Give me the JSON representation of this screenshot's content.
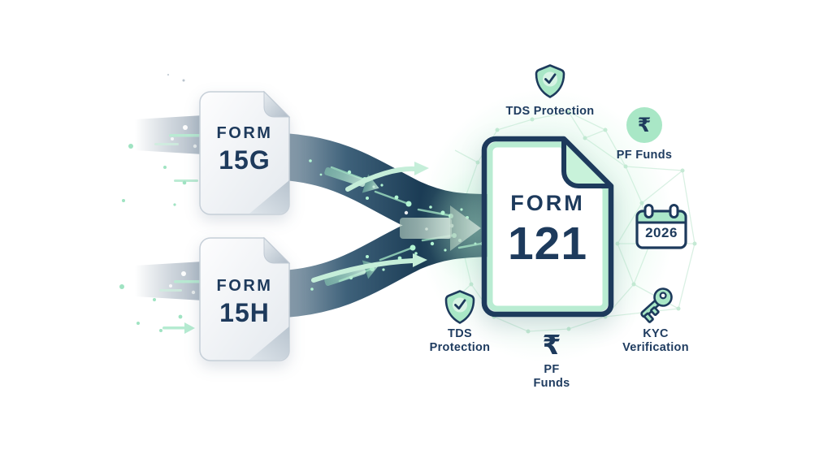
{
  "title": "Form 15G and Form 15H merging into Form 121 infographic",
  "colors": {
    "background": "#ffffff",
    "navy_text": "#1d3a5c",
    "mint": "#a9e7c6",
    "mint_light": "#c8f2da",
    "stream_dark": "#0f2e47",
    "paper_gray": "#e7ebef",
    "mesh_line": "#d8f0e2"
  },
  "icons": {
    "tds_top": "shield-check-icon",
    "pf_right": "rupee-circle-icon",
    "calendar": "calendar-icon",
    "kyc": "key-icon",
    "tds_bottom": "shield-check-icon",
    "pf_bottom": "rupee-icon"
  },
  "left_documents": [
    {
      "line1": "FORM",
      "line2": "15G"
    },
    {
      "line1": "FORM",
      "line2": "15H"
    }
  ],
  "merged_document": {
    "line1": "FORM",
    "line2": "121"
  },
  "features": {
    "tds_top": {
      "label": "TDS Protection"
    },
    "pf_right": {
      "label": "PF Funds",
      "glyph": "₹"
    },
    "calendar": {
      "year": "2026"
    },
    "kyc": {
      "label": "KYC\nVerification"
    },
    "tds_bottom": {
      "label": "TDS\nProtection"
    },
    "pf_bottom": {
      "label": "PF\nFunds",
      "glyph": "₹"
    }
  }
}
